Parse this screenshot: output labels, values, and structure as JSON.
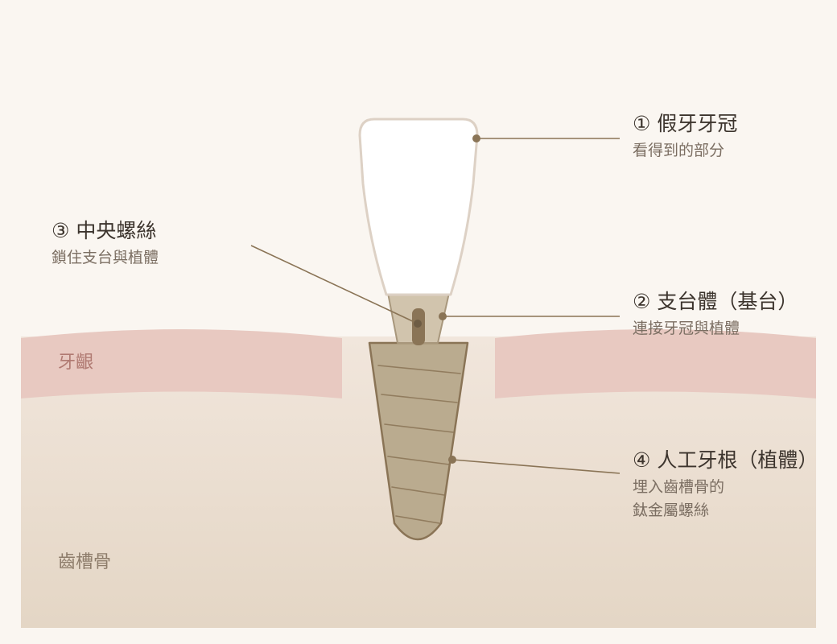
{
  "regions": {
    "gum": "牙齦",
    "bone": "齒槽骨"
  },
  "callouts": {
    "crown": {
      "title": "① 假牙牙冠",
      "sub": "看得到的部分"
    },
    "abutment": {
      "title": "② 支台體（基台）",
      "sub": "連接牙冠與植體"
    },
    "screw": {
      "title": "③ 中央螺絲",
      "sub": "鎖住支台與植體"
    },
    "root": {
      "title": "④ 人工牙根（植體）",
      "sub1": "埋入齒槽骨的",
      "sub2": "鈦金屬螺絲"
    }
  },
  "colors": {
    "background": "#faf6f1",
    "gum": "#e8c9c1",
    "bone_top": "#f1e6dc",
    "bone_bottom": "#e4d6c5",
    "crown_fill": "#ffffff",
    "crown_stroke": "#ddd1c5",
    "implant_fill": "#baab8f",
    "implant_stroke": "#8a7456",
    "screw": "#8a7456",
    "leader": "#8a7456"
  }
}
